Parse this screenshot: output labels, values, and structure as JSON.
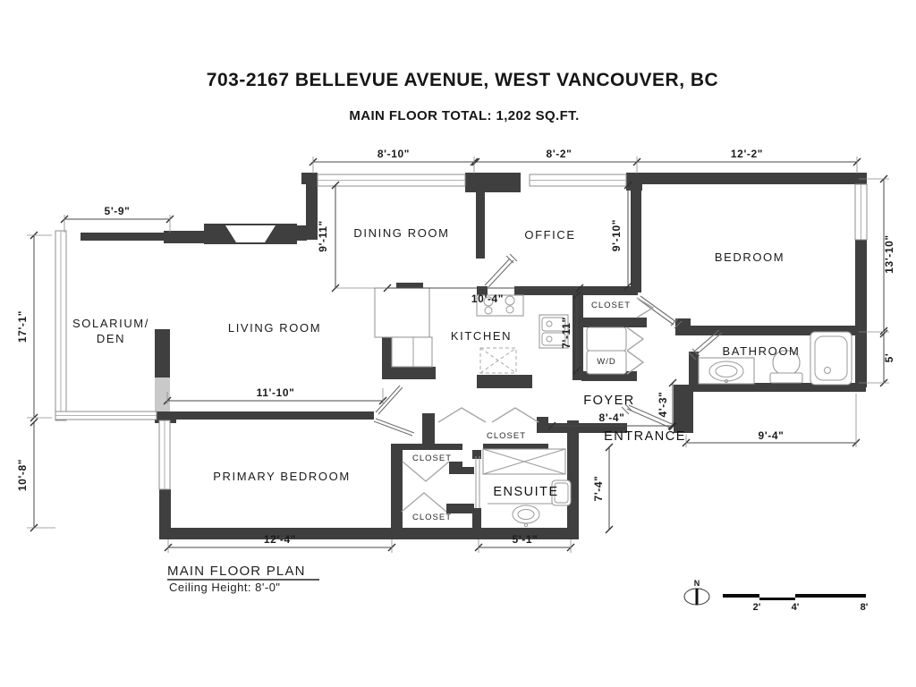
{
  "header": {
    "address": "703-2167 BELLEVUE AVENUE, WEST VANCOUVER, BC",
    "floor_total": "MAIN FLOOR TOTAL:  1,202 SQ.FT."
  },
  "rooms": {
    "solarium1": "SOLARIUM/",
    "solarium2": "DEN",
    "living": "LIVING ROOM",
    "dining": "DINING ROOM",
    "office": "OFFICE",
    "bedroom": "BEDROOM",
    "kitchen": "KITCHEN",
    "closet_bedroom": "CLOSET",
    "wd": "W/D",
    "bathroom": "BATHROOM",
    "foyer": "FOYER",
    "entrance": "ENTRANCE",
    "primary": "PRIMARY BEDROOM",
    "closet_hall": "CLOSET",
    "closet_mid": "CLOSET",
    "closet_bottom": "CLOSET",
    "ensuite": "ENSUITE"
  },
  "dims": {
    "dining_w": "8'-10\"",
    "office_w": "8'-2\"",
    "bedroom_w": "12'-2\"",
    "solarium_w": "5'-9\"",
    "solarium_h": "17'-1\"",
    "primary_h": "10'-8\"",
    "dining_h": "9'-11\"",
    "office_h": "9'-10\"",
    "bedroom_h": "13'-10\"",
    "kitchen_w": "10'-4\"",
    "kitchen_h": "7'-11\"",
    "bath_h": "5'",
    "living_w": "11'-10\"",
    "foyer_h": "4'-3\"",
    "foyer_w": "8'-4\"",
    "bath_w": "9'-4\"",
    "ensuite_h": "7'-4\"",
    "primary_w": "12'-4\"",
    "ensuite_w": "5'-1\""
  },
  "footer": {
    "plan_title": "MAIN FLOOR PLAN",
    "ceiling": "Ceiling Height: 8'-0\""
  },
  "scale_bar": {
    "north": "N",
    "ticks": [
      "2'",
      "4'",
      "8'"
    ]
  }
}
